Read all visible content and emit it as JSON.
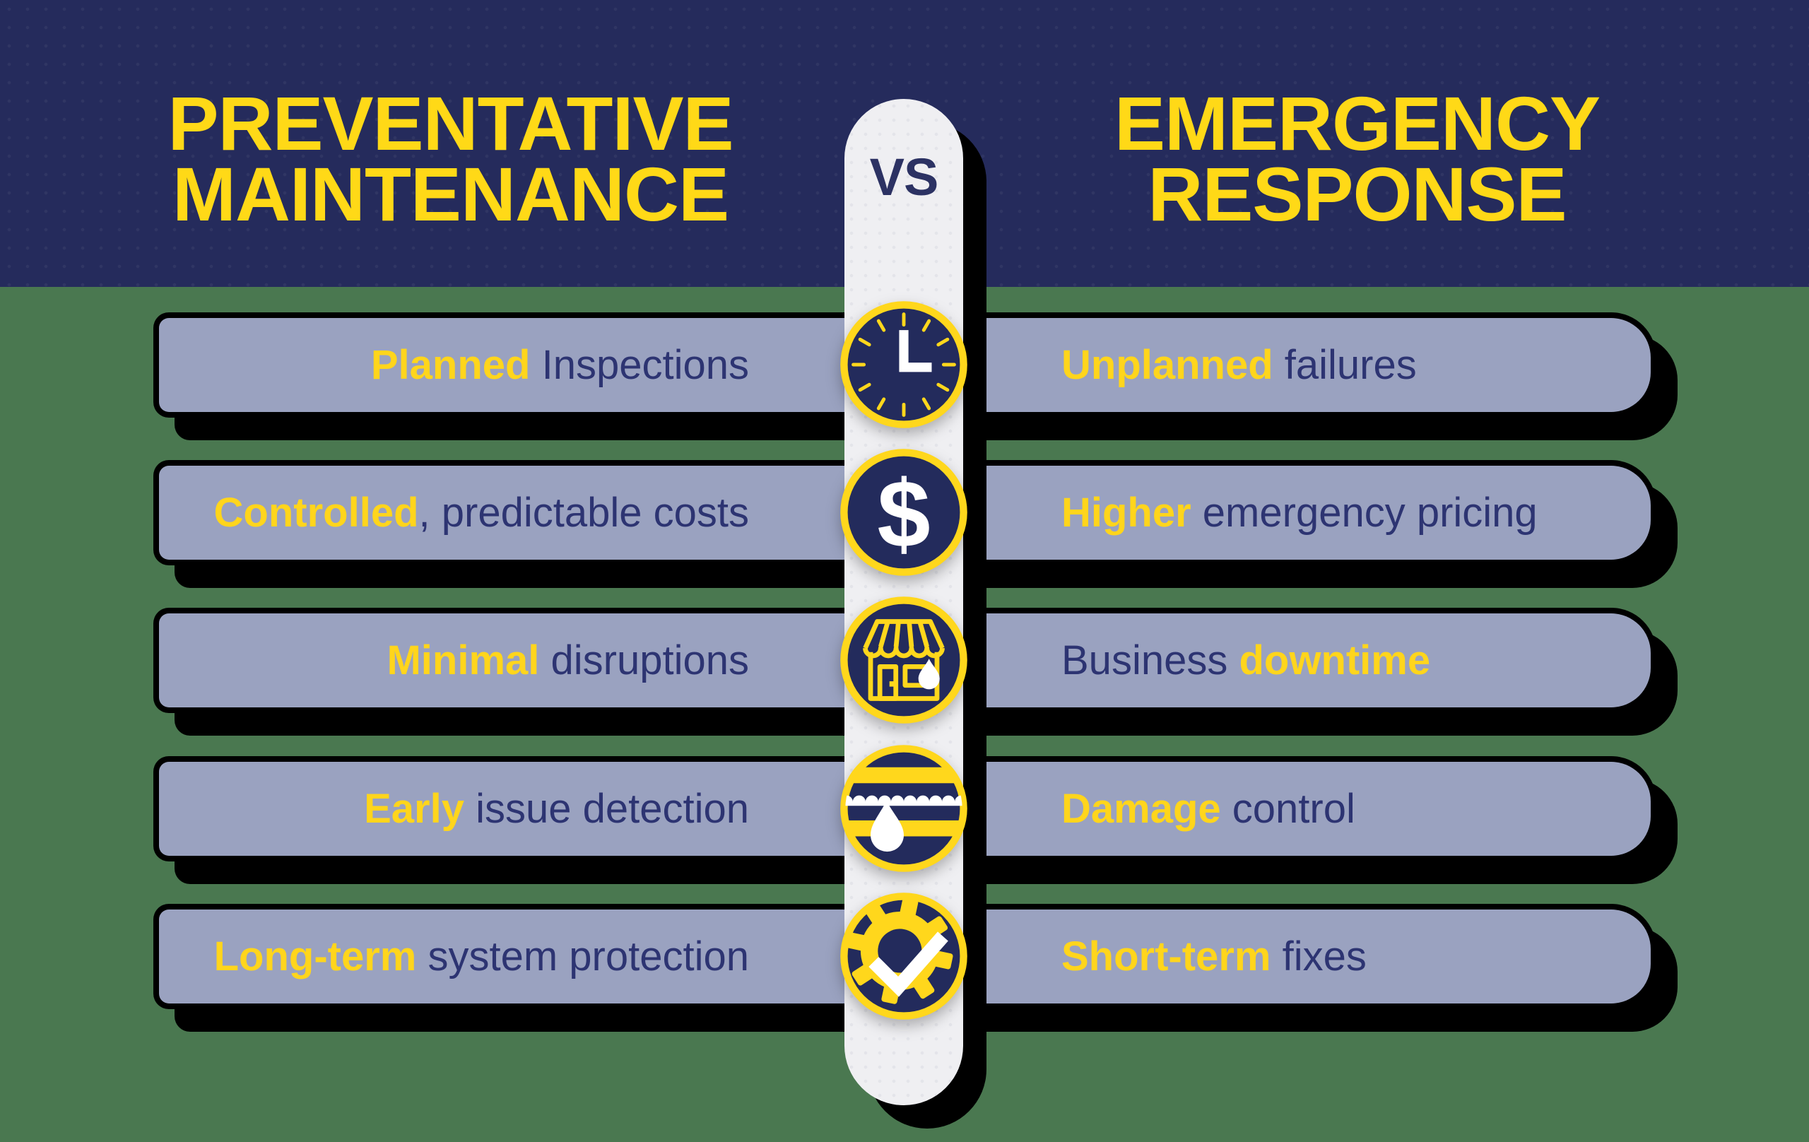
{
  "page": {
    "left_title_lines": [
      "PREVENTATIVE",
      "MAINTENANCE"
    ],
    "vs_label": "VS",
    "right_title_lines": [
      "EMERGENCY",
      "RESPONSE"
    ]
  },
  "rows": [
    {
      "icon": "clock-icon",
      "left": [
        {
          "t": "Planned",
          "hl": true
        },
        {
          "t": " Inspections",
          "hl": false
        }
      ],
      "right": [
        {
          "t": "Unplanned",
          "hl": true
        },
        {
          "t": " failures",
          "hl": false
        }
      ]
    },
    {
      "icon": "dollar-icon",
      "left": [
        {
          "t": "Controlled",
          "hl": true
        },
        {
          "t": ", predictable costs",
          "hl": false
        }
      ],
      "right": [
        {
          "t": "Higher",
          "hl": true
        },
        {
          "t": " emergency pricing",
          "hl": false
        }
      ]
    },
    {
      "icon": "storefront-icon",
      "left": [
        {
          "t": "Minimal",
          "hl": true
        },
        {
          "t": " disruptions",
          "hl": false
        }
      ],
      "right": [
        {
          "t": "Business ",
          "hl": false
        },
        {
          "t": "downtime",
          "hl": true
        }
      ]
    },
    {
      "icon": "pipe-leak-icon",
      "left": [
        {
          "t": "Early",
          "hl": true
        },
        {
          "t": " issue detection",
          "hl": false
        }
      ],
      "right": [
        {
          "t": "Damage",
          "hl": true
        },
        {
          "t": " control",
          "hl": false
        }
      ]
    },
    {
      "icon": "gear-check-icon",
      "left": [
        {
          "t": "Long-term",
          "hl": true
        },
        {
          "t": " system protection",
          "hl": false
        }
      ],
      "right": [
        {
          "t": "Short-term",
          "hl": true
        },
        {
          "t": " fixes",
          "hl": false
        }
      ]
    }
  ],
  "colors": {
    "header_navy": "#252b5c",
    "background_green": "#4a7850",
    "bar_lavender": "#9aa2c0",
    "text_navy": "#2d3472",
    "highlight_yellow": "#ffd51c",
    "title_yellow": "#ffd917",
    "vs_navy": "#2c3263",
    "pill_white": "#efeff2",
    "icon_navy": "#232b5c",
    "icon_yellow": "#ffd71c",
    "icon_white": "#ffffff",
    "shadow_black": "#000000"
  }
}
